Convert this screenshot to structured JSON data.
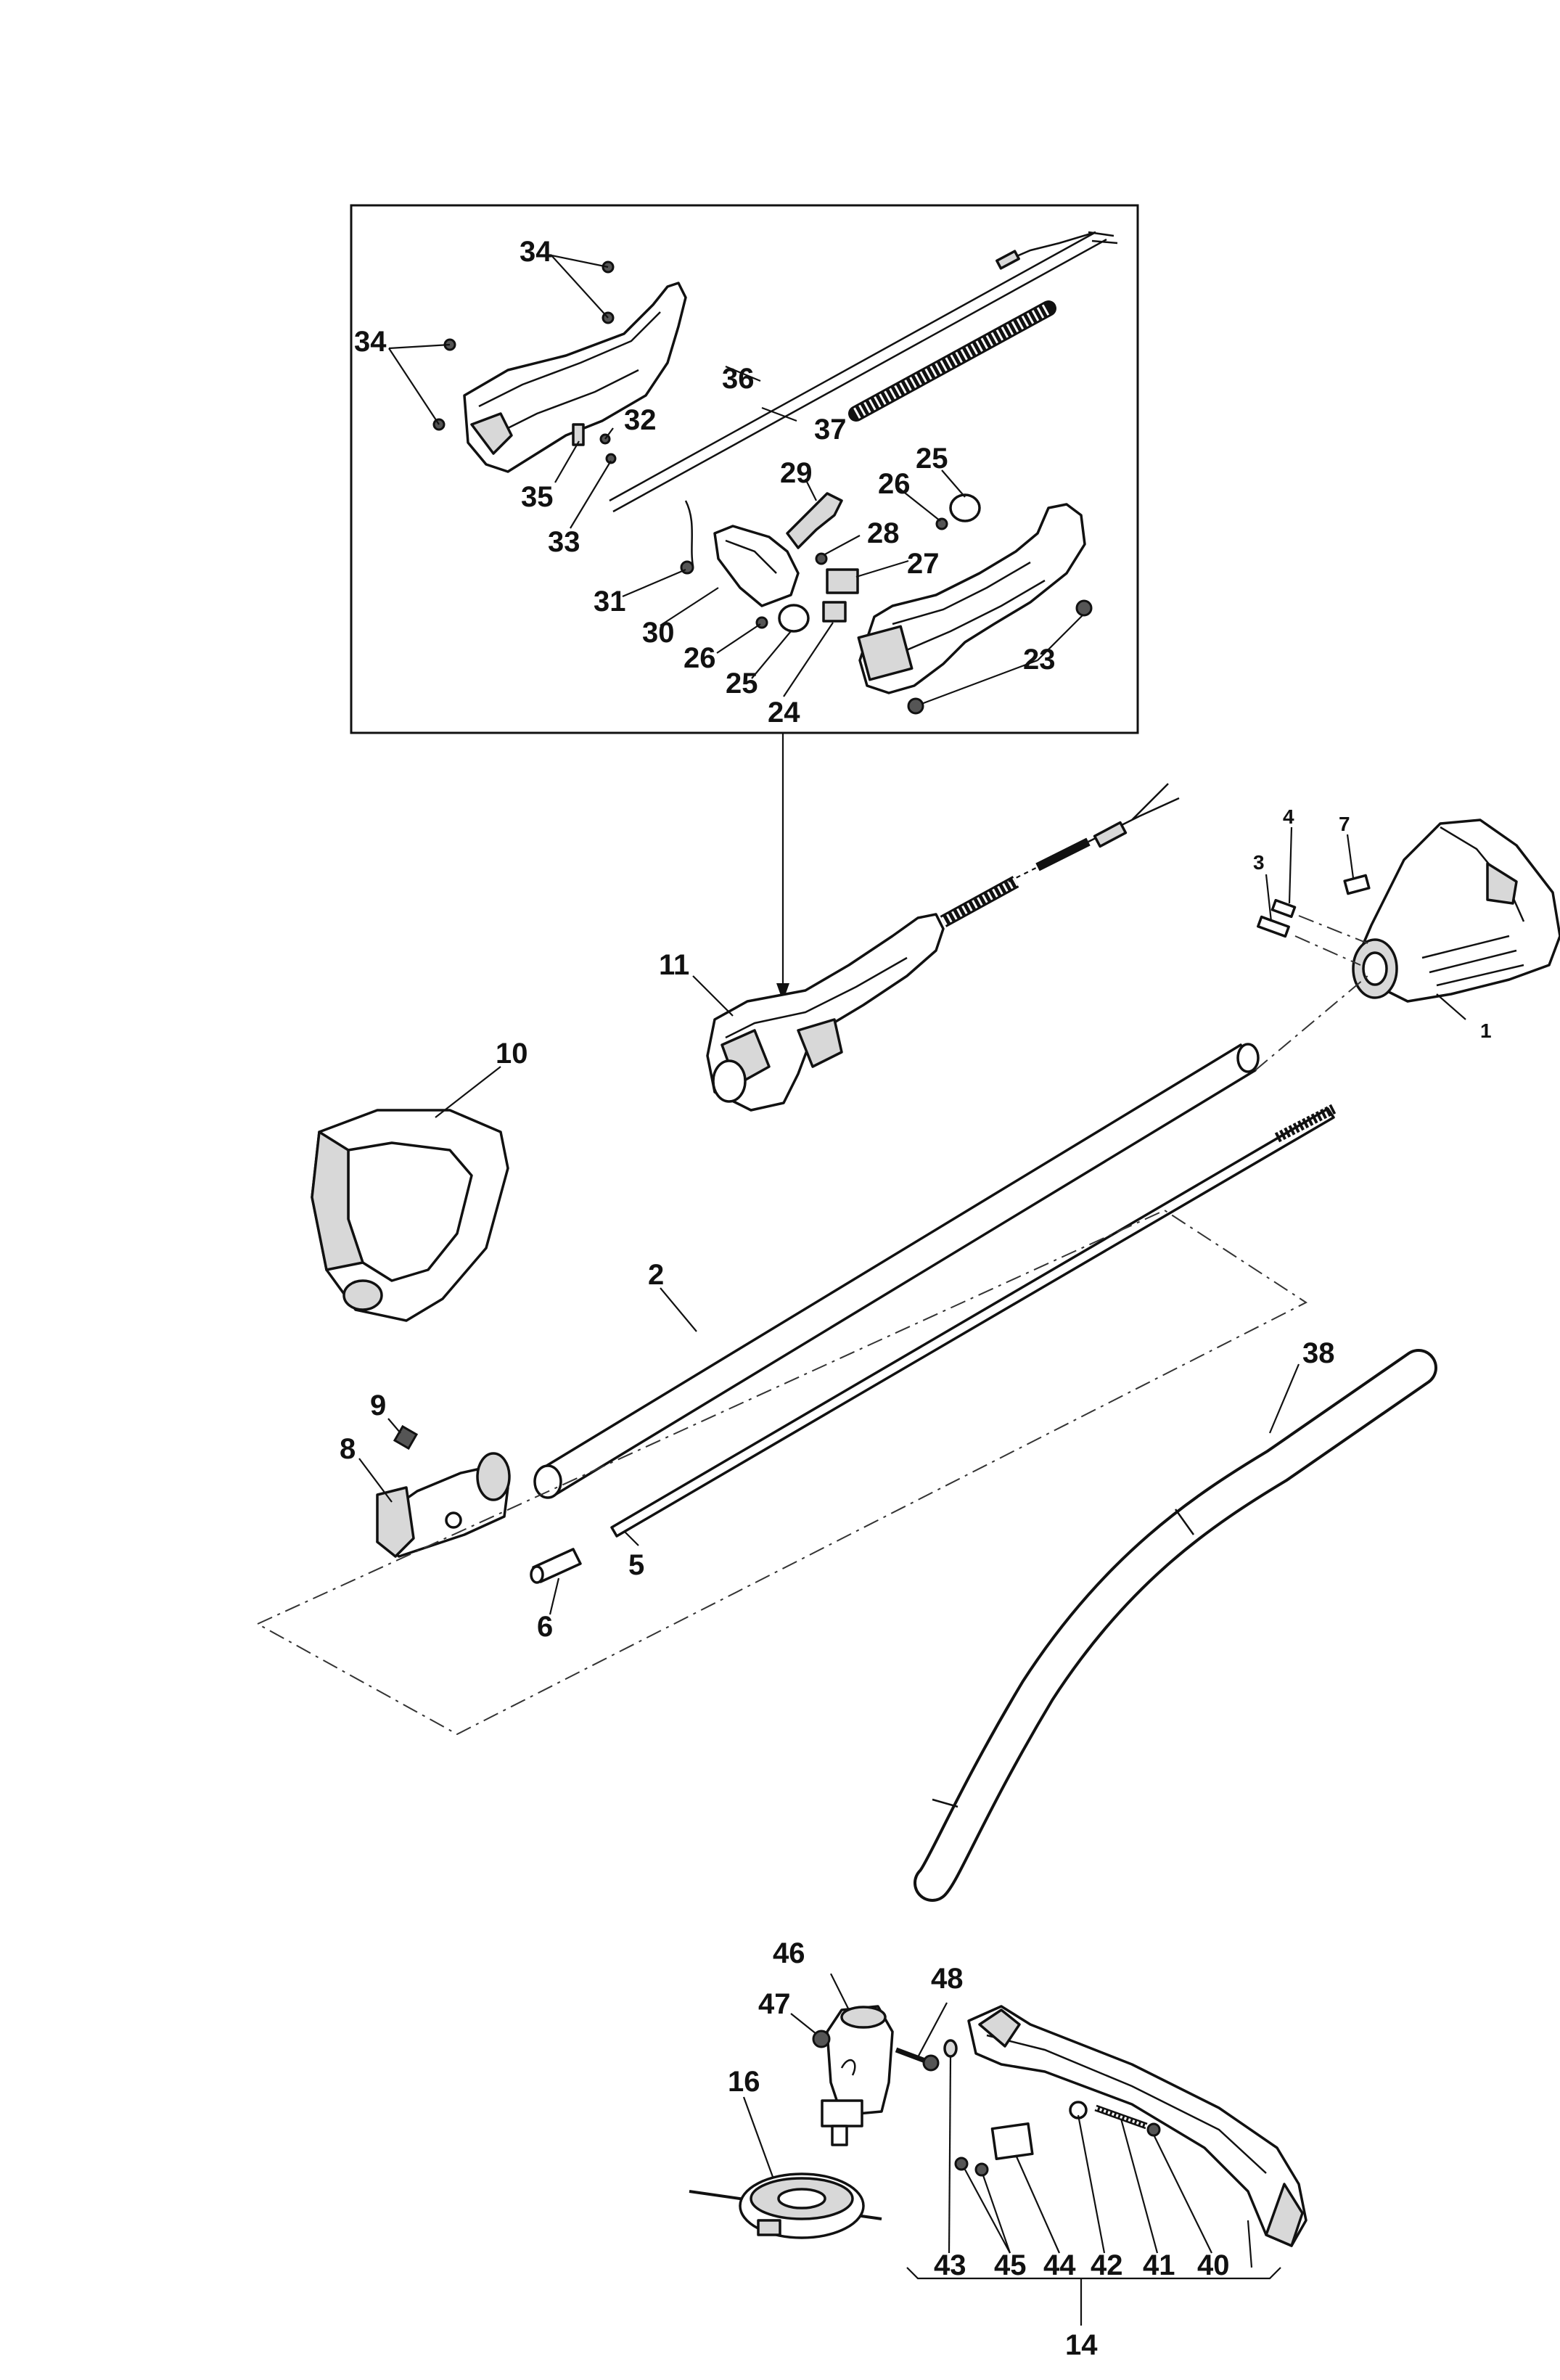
{
  "labels": {
    "p1": "1",
    "p2": "2",
    "p3": "3",
    "p4": "4",
    "p5": "5",
    "p6": "6",
    "p7": "7",
    "p8": "8",
    "p9": "9",
    "p10": "10",
    "p11": "11",
    "p14": "14",
    "p16": "16",
    "p23": "23",
    "p24": "24",
    "p25a": "25",
    "p25b": "25",
    "p26a": "26",
    "p26b": "26",
    "p27": "27",
    "p28": "28",
    "p29": "29",
    "p30": "30",
    "p31": "31",
    "p32": "32",
    "p33": "33",
    "p34a": "34",
    "p34b": "34",
    "p35": "35",
    "p36": "36",
    "p37": "37",
    "p38": "38",
    "p40": "40",
    "p41": "41",
    "p42": "42",
    "p43": "43",
    "p44": "44",
    "p45": "45",
    "p46": "46",
    "p47": "47",
    "p48": "48"
  },
  "colors": {
    "line": "#111111",
    "fill": "#ffffff",
    "shade": "#d8d8d8"
  }
}
